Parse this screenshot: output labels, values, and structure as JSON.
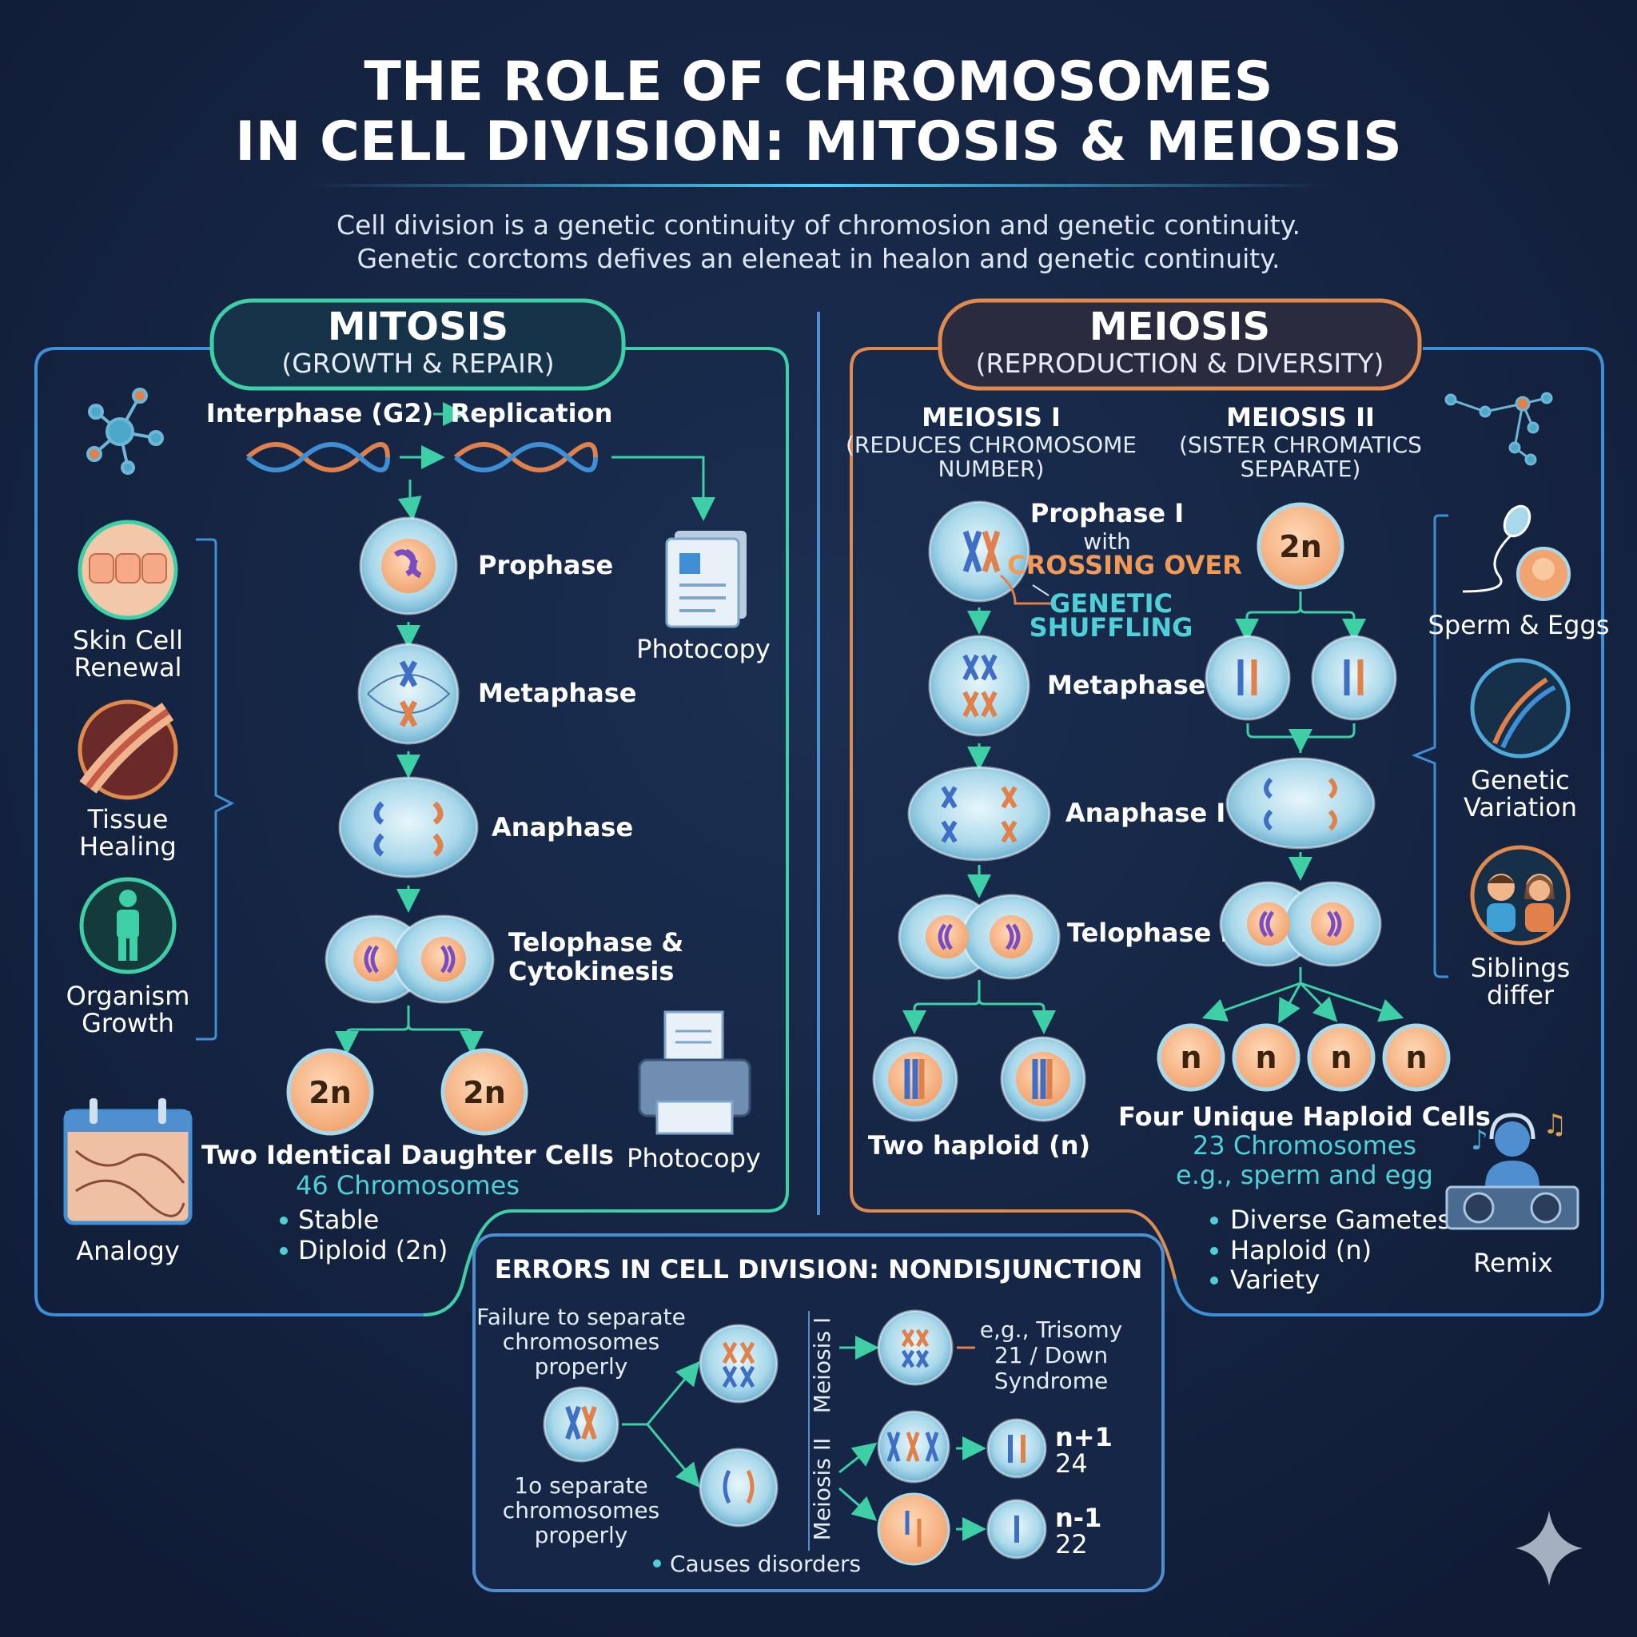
{
  "title": {
    "line1": "THE ROLE OF CHROMOSOMES",
    "line2": "IN CELL DIVISION: MITOSIS & MEIOSIS"
  },
  "intro": {
    "line1": "Cell division is a genetic continuity of chromosion and genetic continuity.",
    "line2": "Genetic corctoms defives an eleneat in healon and genetic continuity."
  },
  "mitosis": {
    "title": "MITOSIS",
    "subtitle": "(GROWTH & REPAIR)",
    "interphase": "Interphase (G2)",
    "replication": "Replication",
    "stages": [
      "Prophase",
      "Metaphase",
      "Anaphase",
      "Telophase &",
      "Cytokinesis"
    ],
    "photocopy_top": "Photocopy",
    "photocopy_bottom": "Photocopy",
    "daughter_ploidy": "2n",
    "result_title": "Two Identical Daughter Cells",
    "result_count": "46 Chromosomes",
    "bullets": [
      "Stable",
      "Diploid (2n)"
    ],
    "side": {
      "skin_line1": "Skin Cell",
      "skin_line2": "Renewal",
      "tissue_line1": "Tissue",
      "tissue_line2": "Healing",
      "growth_line1": "Organism",
      "growth_line2": "Growth",
      "analogy": "Analogy"
    }
  },
  "meiosis": {
    "title": "MEIOSIS",
    "subtitle": "(REPRODUCTION & DIVERSITY)",
    "m1_title": "MEIOSIS I",
    "m1_sub1": "(REDUCES CHROMOSOME",
    "m1_sub2": "NUMBER)",
    "m2_title": "MEIOSIS II",
    "m2_sub1": "(SISTER CHROMATICS",
    "m2_sub2": "SEPARATE)",
    "prophase1": "Prophase I",
    "with": "with",
    "crossing_over": "CROSSING OVER",
    "genetic": "GENETIC",
    "shuffling": "SHUFFLING",
    "metaphase1": "Metaphase I",
    "anaphase1": "Anaphase I",
    "telophase1": "Telophase I",
    "m2_start": "2n",
    "two_haploid": "Two haploid (n)",
    "haploid_labels": [
      "n",
      "n",
      "n",
      "n"
    ],
    "result_title": "Four Unique Haploid Cells",
    "result_count": "23 Chromosomes",
    "result_example": "e.g., sperm and egg",
    "bullets": [
      "Diverse Gametes",
      "Haploid (n)",
      "Variety"
    ],
    "side": {
      "sperm": "Sperm & Eggs",
      "variation_line1": "Genetic",
      "variation_line2": "Variation",
      "siblings_line1": "Siblings",
      "siblings_line2": "differ",
      "remix": "Remix"
    }
  },
  "errors": {
    "title": "ERRORS IN CELL DIVISION: NONDISJUNCTION",
    "fail1": [
      "Failure to separate",
      "chromosomes",
      "properly"
    ],
    "fail2": [
      "1o separate",
      "chromosomes",
      "properly"
    ],
    "meiosis1": "Meiosis I",
    "meiosis2": "Meiosis II",
    "trisomy": [
      "e,g., Trisomy",
      "21 / Down",
      "Syndrome"
    ],
    "n_plus": "n+1",
    "n_plus_count": "24",
    "n_minus": "n-1",
    "n_minus_count": "22",
    "bullet": "Causes disorders"
  },
  "colors": {
    "background": "#13223f",
    "mitosis_accent": "#3fcfa6",
    "meiosis_accent": "#e08a4e",
    "frame_blue": "#4f8fd0",
    "teal_text": "#4fd0d9",
    "orange_text": "#f29a55"
  }
}
